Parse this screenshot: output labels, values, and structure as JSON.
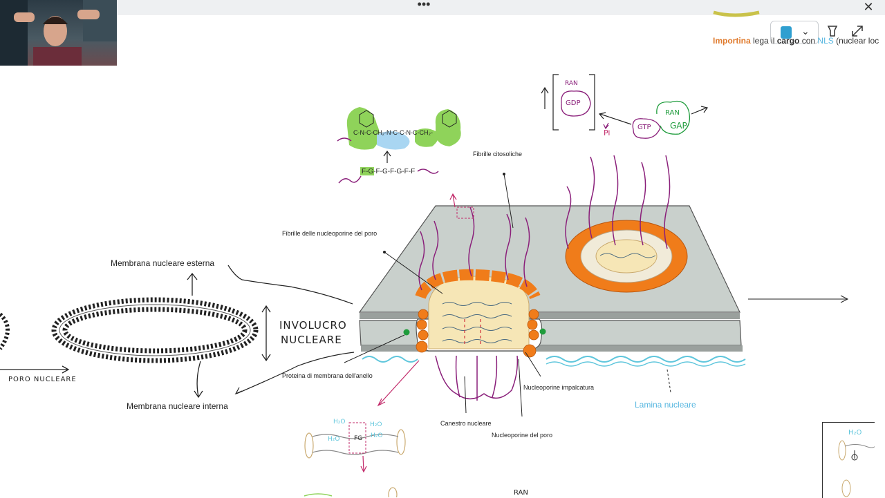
{
  "window": {
    "menu_dots": "•••",
    "close_glyph": "✕"
  },
  "toolbar": {
    "chevron": "⌄"
  },
  "hint_text": {
    "importina": "Importina",
    "lega_il": " lega il ",
    "cargo": "cargo",
    "con": " con ",
    "nls": "NLS",
    "rest": " (nuclear loc"
  },
  "labels": {
    "membrana_esterna": "Membrana nucleare esterna",
    "membrana_interna": "Membrana nucleare interna",
    "involucro_1": "INVOLUCRO",
    "involucro_2": "NUCLEARE",
    "poro_nucleare": "PORO NUCLEARE",
    "fibrille_nucleoporine": "Fibrille delle nucleoporine del poro",
    "fibrille_citosoliche": "Fibrille citosoliche",
    "proteina_anello": "Proteina di membrana dell'anello",
    "nucleoporine_impalcatura": "Nucleoporine impalcatura",
    "canestro": "Canestro nucleare",
    "nucleoporine_poro": "Nucleoporine del poro",
    "lamina": "Lamina nucleare",
    "fg_sequence": "F-G-F-G-F-G-F-F",
    "ran_1": "RAN",
    "gdp": "GDP",
    "pi": "Pi",
    "gtp": "GTP",
    "ran_2": "RAN",
    "gap": "GAP",
    "h2o_1": "H₂O",
    "h2o_2": "H₂O",
    "h2o_3": "H₂O",
    "h2o_4": "H₂O",
    "fg": "FG",
    "ran_bottom": "RAN",
    "h2o_mini": "H₂O",
    "chem_formula": "C-N-C-CH₂-N-C-C-N-C-CH₂-"
  },
  "colors": {
    "orange": "#f07c1a",
    "cream": "#f6e6b6",
    "membrane": "#c9d0cc",
    "purple": "#8a1f7a",
    "cyan": "#5fc6dc",
    "green": "#8fd35a",
    "blue_blob": "#a9d6f2"
  }
}
